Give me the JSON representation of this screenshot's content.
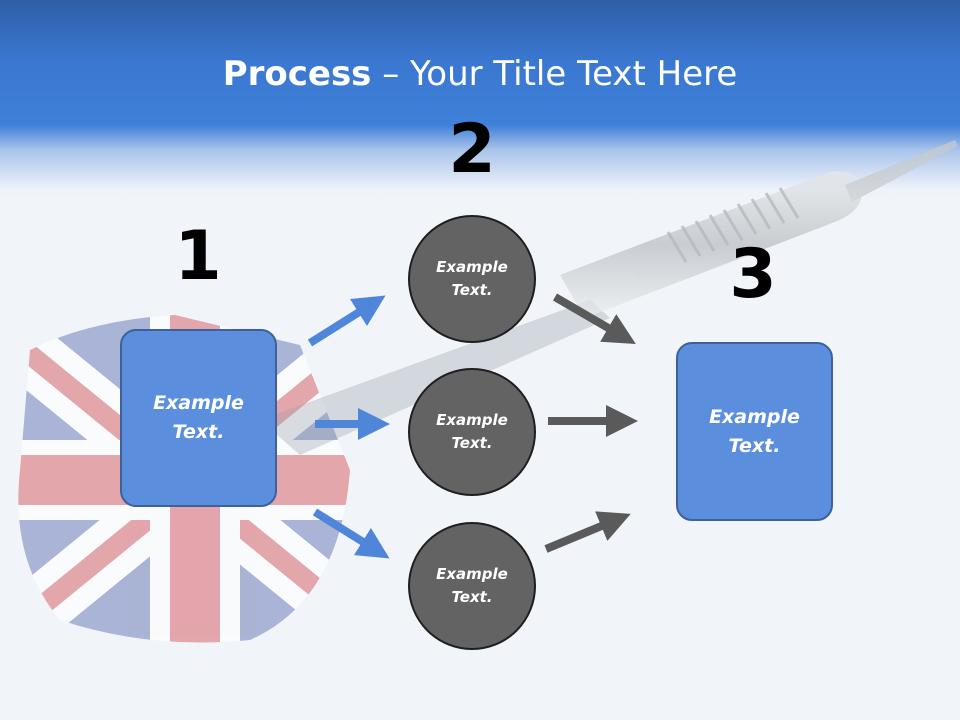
{
  "title": {
    "bold": "Process",
    "rest": " – Your Title Text Here"
  },
  "steps": {
    "one": "1",
    "two": "2",
    "three": "3"
  },
  "boxes": {
    "left": {
      "line1": "Example",
      "line2": "Text."
    },
    "right": {
      "line1": "Example",
      "line2": "Text."
    }
  },
  "circles": [
    {
      "line1": "Example",
      "line2": "Text."
    },
    {
      "line1": "Example",
      "line2": "Text."
    },
    {
      "line1": "Example",
      "line2": "Text."
    }
  ],
  "colors": {
    "header": "#3f80d8",
    "box_fill": "#5b8fde",
    "circle_fill": "#636363",
    "arrow_blue": "#4f86d9",
    "arrow_gray": "#5a5a5a"
  }
}
